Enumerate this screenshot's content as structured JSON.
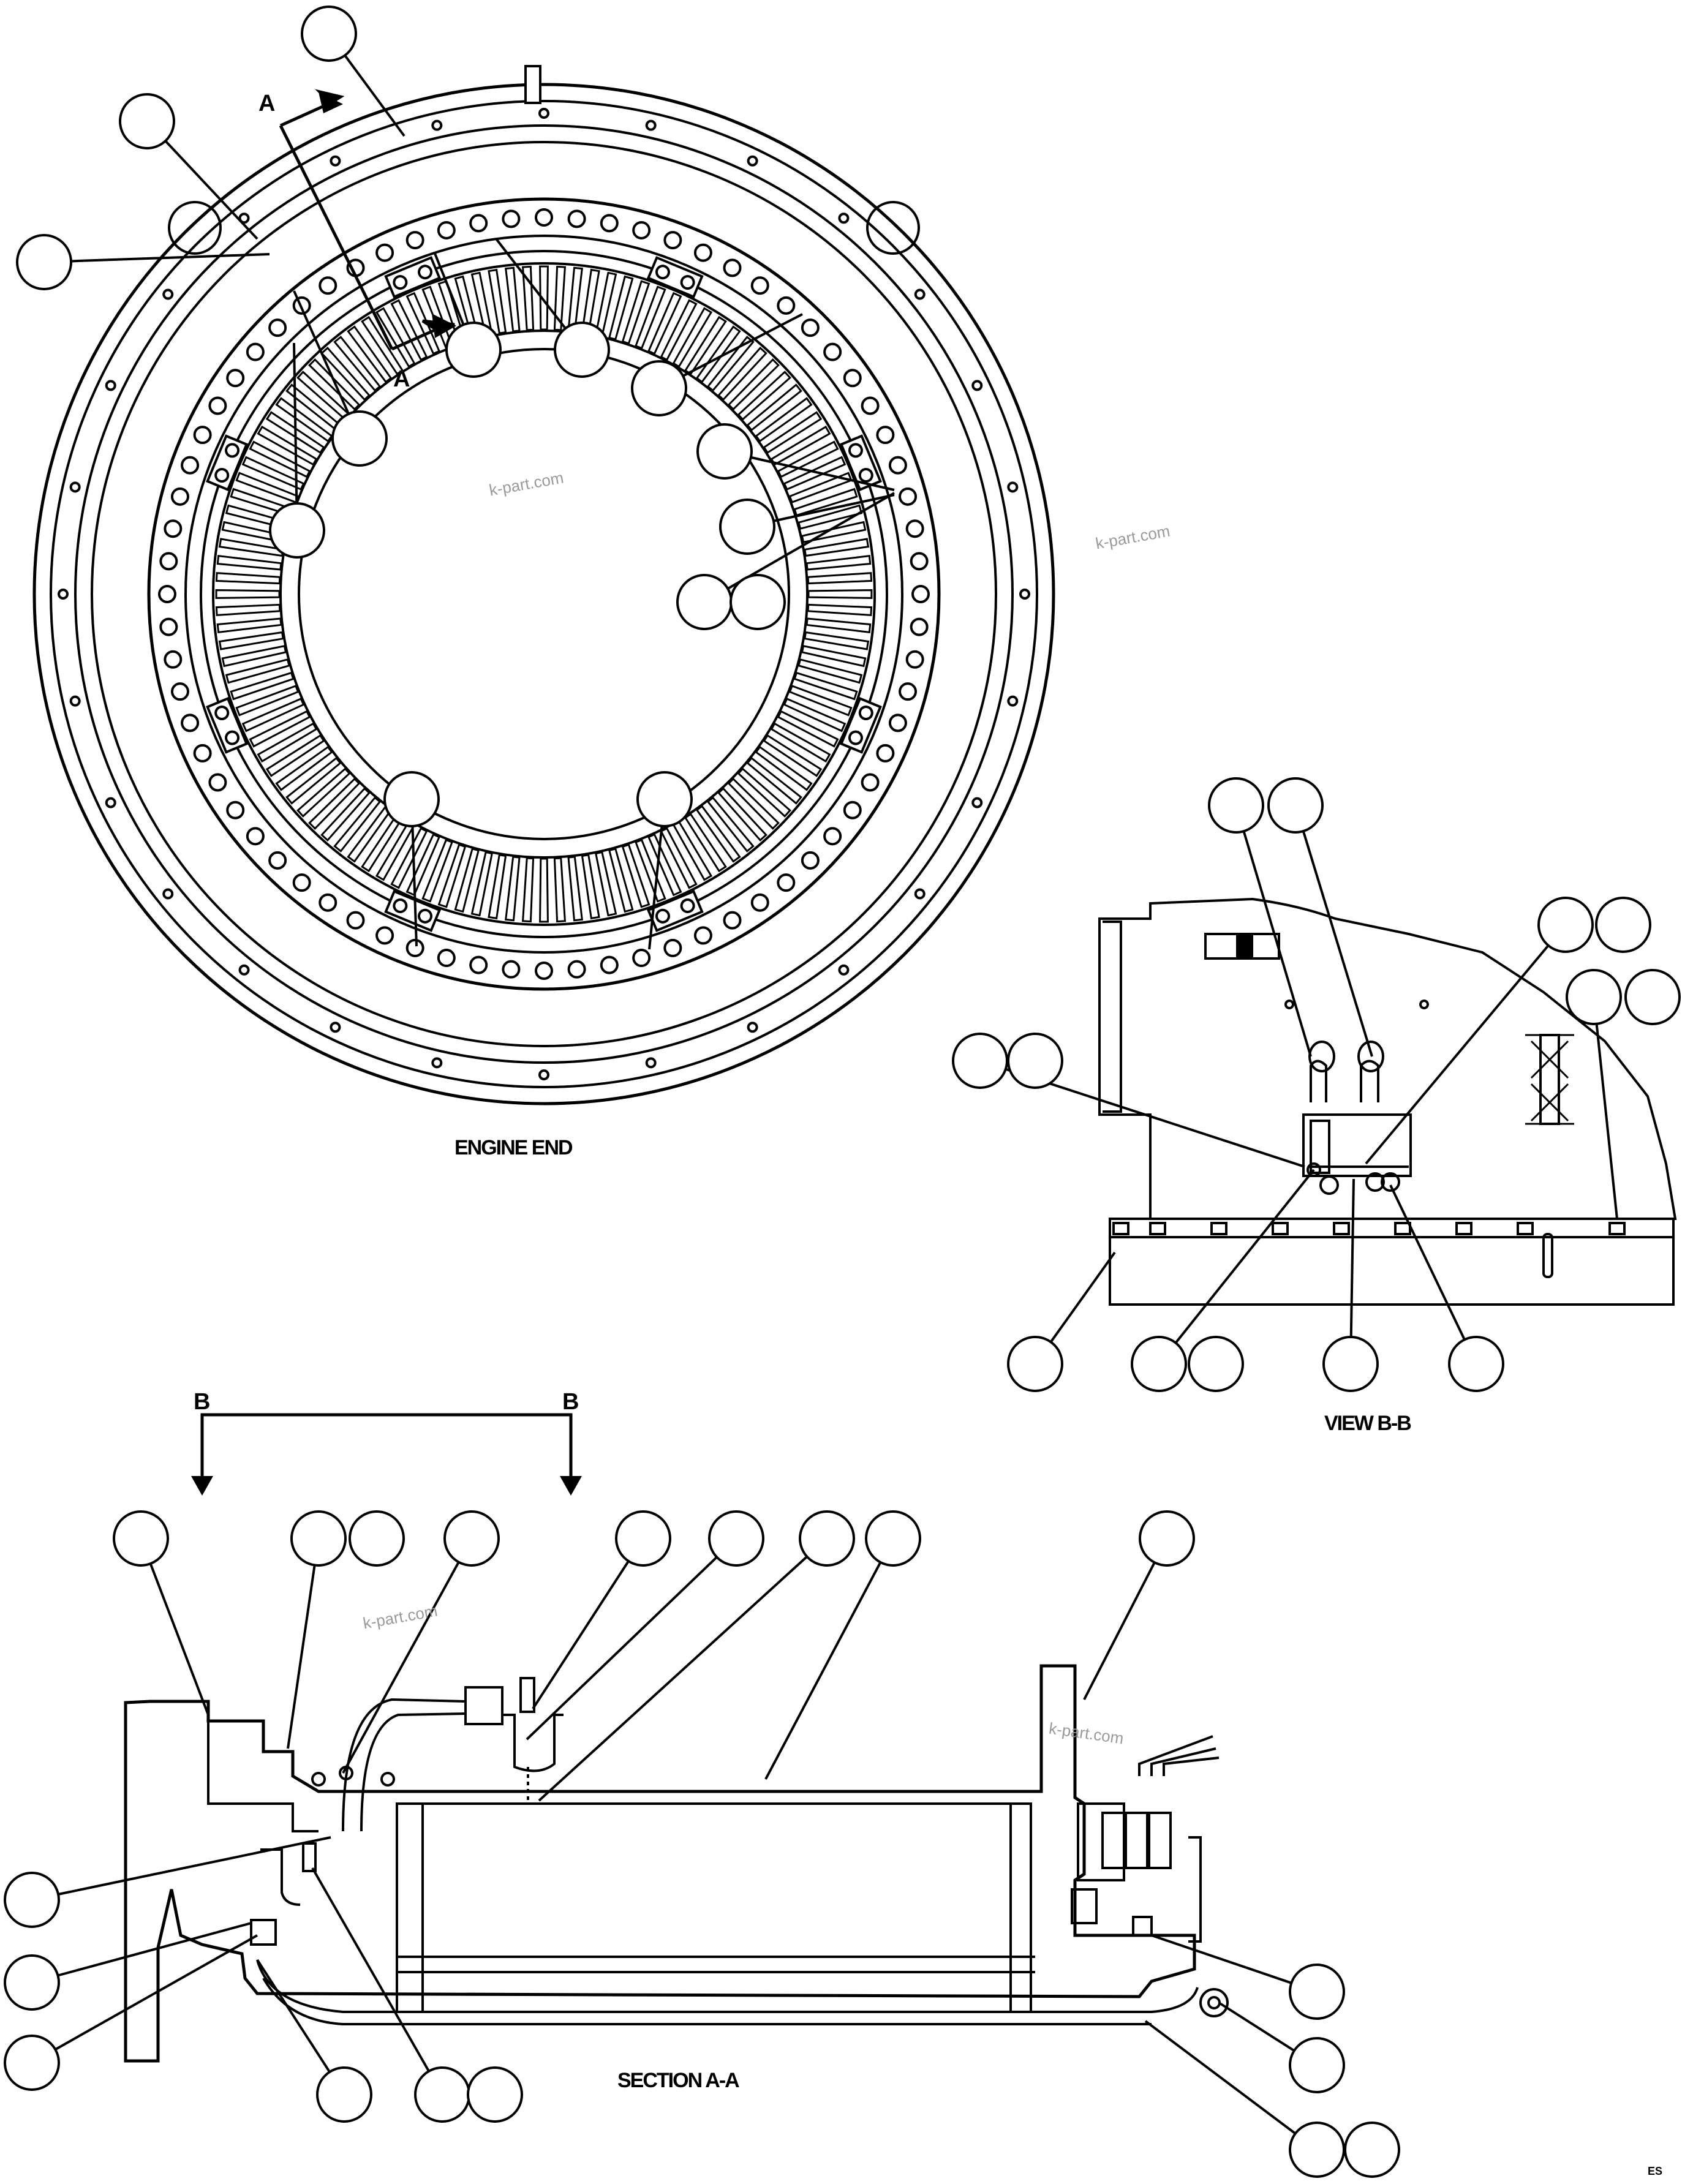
{
  "diagram": {
    "views": {
      "engine_end": "ENGINE END",
      "view_bb": "VIEW B-B",
      "section_aa": "SECTION A-A"
    },
    "section_markers": {
      "a_top": "A",
      "a_bottom": "A",
      "b_left": "B",
      "b_right": "B"
    },
    "watermarks": [
      "k-part.com",
      "k-part.com",
      "k-part.com",
      "k-part.com"
    ],
    "corner_code": "ES"
  }
}
